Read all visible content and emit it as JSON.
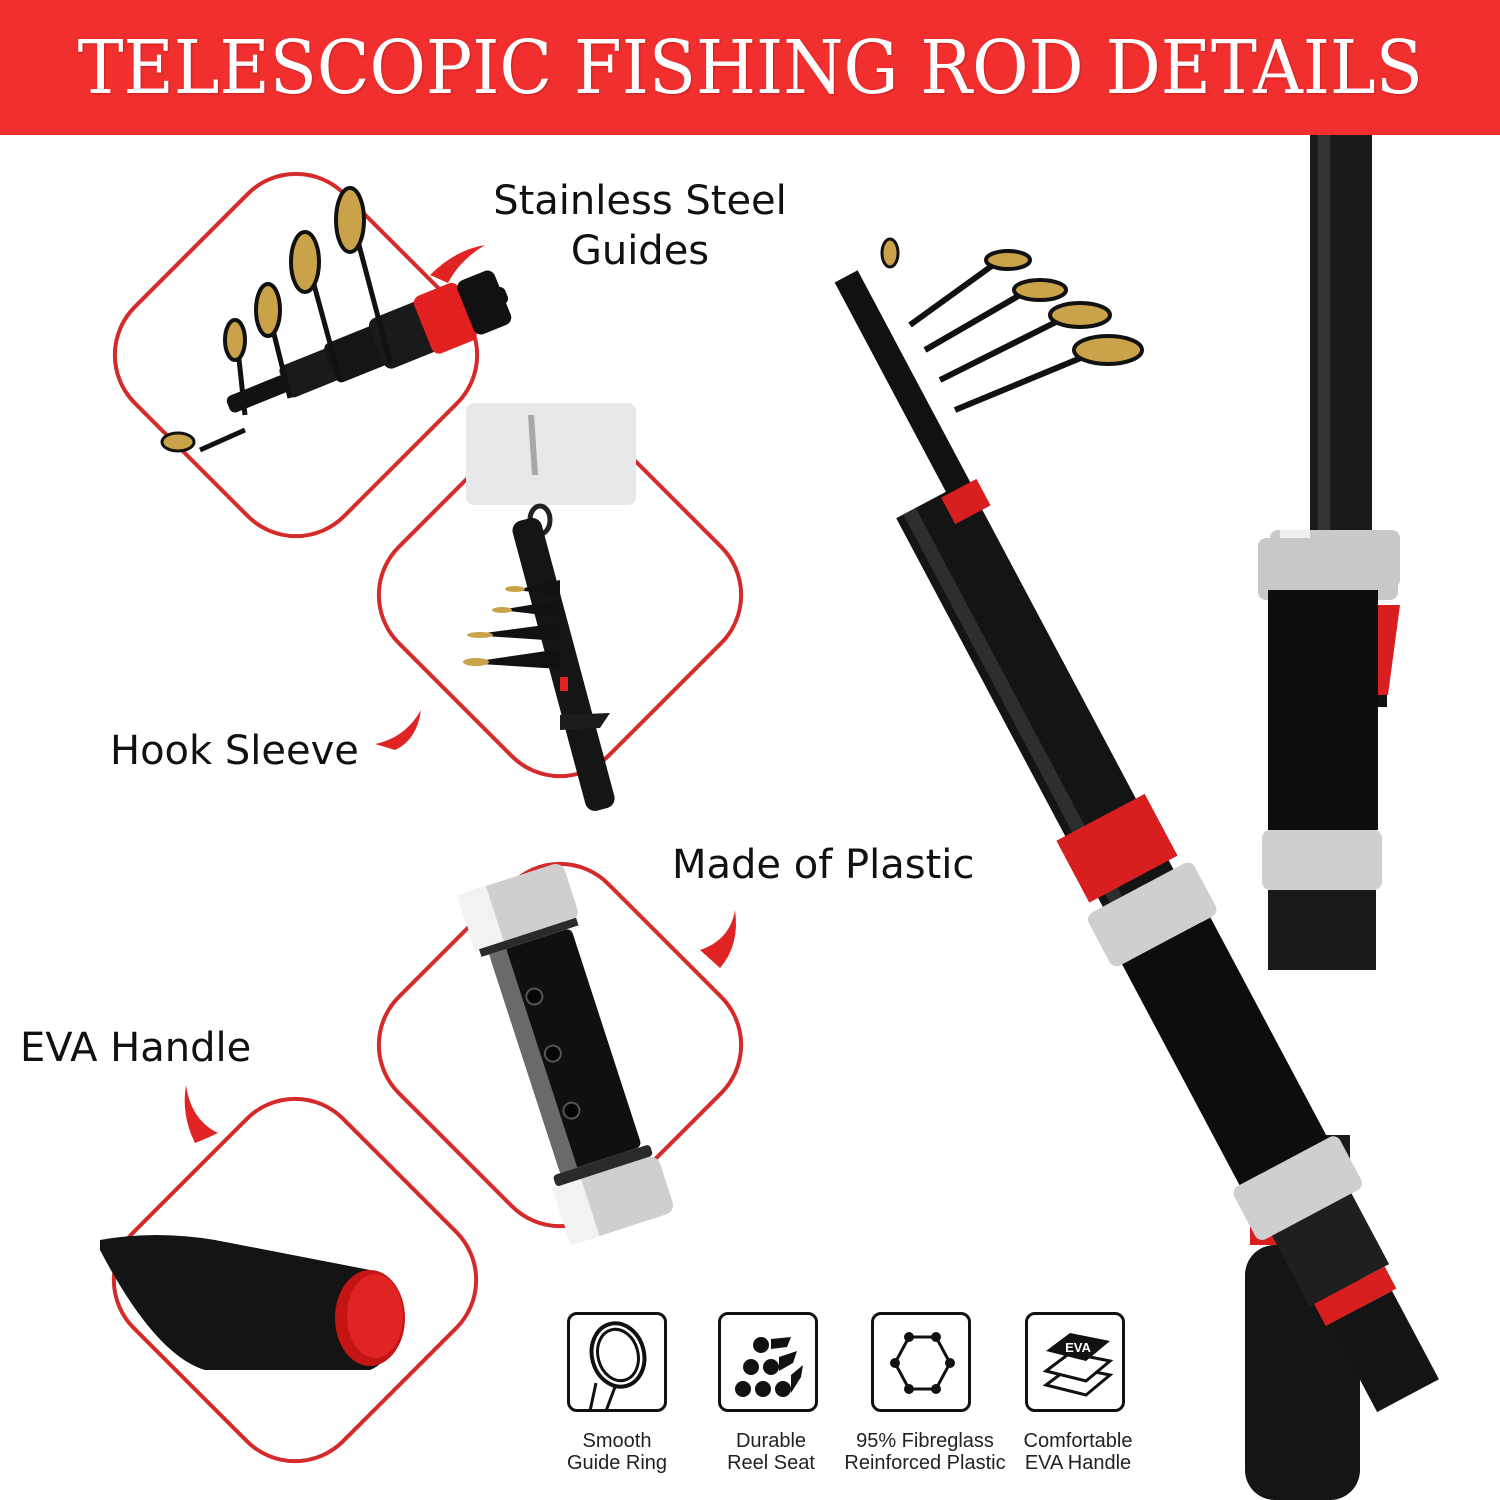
{
  "banner": {
    "title": "TELESCOPIC FISHING ROD DETAILS",
    "background_color": "#f22f2f",
    "text_color": "#ffffff"
  },
  "callouts": [
    {
      "id": "guides",
      "line1": "Stainless Steel",
      "line2": "Guides",
      "image": "rod-tip-guides-photo"
    },
    {
      "id": "hook",
      "label": "Hook Sleeve",
      "image": "rod-hanging-on-hook-photo"
    },
    {
      "id": "plastic",
      "label": "Made of Plastic",
      "image": "reel-seat-photo"
    },
    {
      "id": "eva",
      "label": "EVA Handle",
      "image": "eva-foam-grip-photo"
    }
  ],
  "features": [
    {
      "icon": "guide-ring-icon",
      "line1": "Smooth",
      "line2": "Guide Ring"
    },
    {
      "icon": "reel-seat-dots-icon",
      "line1": "Durable",
      "line2": "Reel Seat"
    },
    {
      "icon": "hexagon-molecule-icon",
      "line1": "95% Fibreglass",
      "line2": "Reinforced Plastic"
    },
    {
      "icon": "eva-layers-icon",
      "line1": "Comfortable",
      "line2": "EVA Handle",
      "badge": "EVA"
    }
  ],
  "colors": {
    "accent_red": "#e02424",
    "frame_red": "#d42a2a",
    "rod_black": "#111111",
    "gold": "#c9a24a",
    "silver": "#c8c8c8"
  }
}
